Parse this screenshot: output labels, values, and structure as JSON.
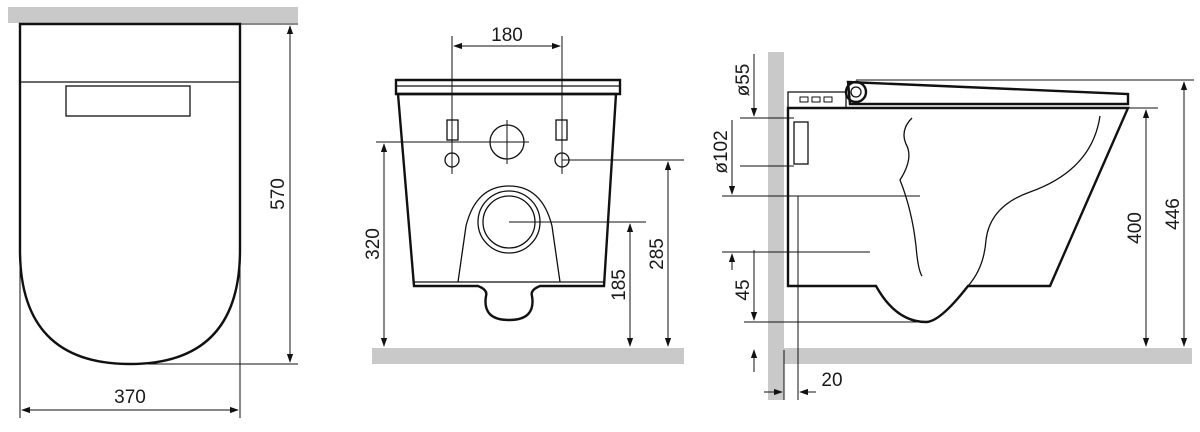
{
  "dimensions": {
    "top_view_length": "570",
    "top_view_width": "370",
    "front_fixing_spacing": "180",
    "front_height_320": "320",
    "front_height_285": "285",
    "front_height_185": "185",
    "side_diameter_55": "ø55",
    "side_diameter_102": "ø102",
    "side_height_45": "45",
    "side_height_400": "400",
    "side_height_446": "446",
    "side_offset_20": "20"
  },
  "colors": {
    "wall_fill": "#c9c9c9",
    "line": "#111111"
  }
}
